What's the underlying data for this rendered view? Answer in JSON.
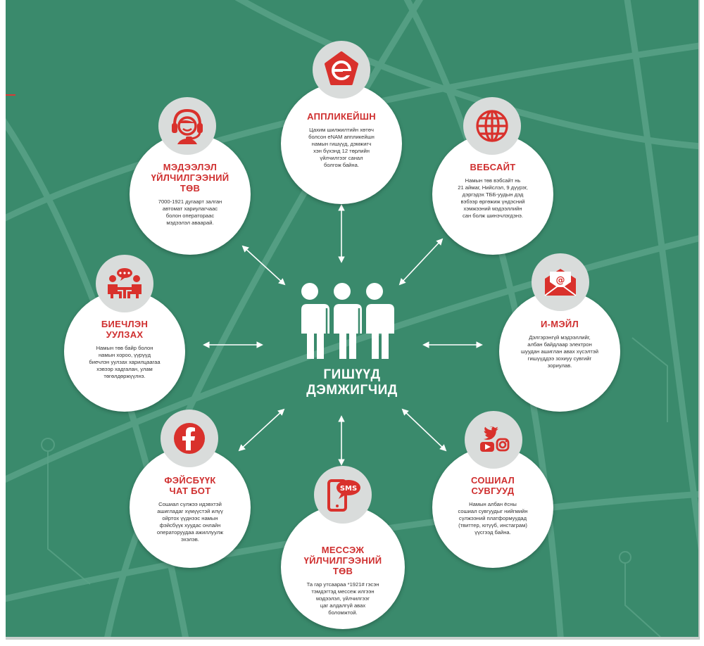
{
  "center": {
    "title": "ГИШҮҮД\nДЭМЖИГЧИД",
    "icon": "people-group-icon"
  },
  "colors": {
    "background": "#3a8a6c",
    "accent": "#cf2f2f",
    "icon_circle": "#d9dcdb",
    "card": "#ffffff"
  },
  "nodes": {
    "app": {
      "title": "АППЛИКЕЙШН",
      "desc": "Цахим шилжилтийн хөтөч\nболсон eNAM аппликейшн\nнамын гишүүд, дэмжигч\nхэн бүхэнд 12 төрлийн\nүйлчилгээг санал\nболгож байна.",
      "icon": "e-logo-icon"
    },
    "web": {
      "title": "ВЕБСАЙТ",
      "desc": "Намын төв вэбсайт нь\n21 аймаг, Нийслэл, 9 дүүрэг,\nдэргэдэх ТББ-уудын дэд\nвэбээр өргөжиж үндэсний\nхэмжээний мэдээллийн\nсан болж шинэчлэгдэнэ.",
      "icon": "globe-icon"
    },
    "email": {
      "title": "И-МЭЙЛ",
      "desc": "Дэлгэрэнгүй мэдээллийг,\nалбан байдлаар электрон\nшуудан ашиглан авах хүсэлтэй\nгишүүддээ зохиуу сувгийг\nзориулав.",
      "icon": "email-icon"
    },
    "social": {
      "title": "СОШИАЛ\nСУВГУУД",
      "desc": "Намын албан ёсны\nсошиал сувгуудыг нийгмийн\nсүлжээний платформуудад\n(твиттер, ютүүб, инстаграм)\nүүсгээд байна.",
      "icon": "social-media-icon"
    },
    "sms": {
      "title": "МЕССЭЖ\nҮЙЛЧИЛГЭЭНИЙ\nТӨВ",
      "desc": "Та гар утсаараа *1921# гэсэн\nтэмдэгтэд мессеж илгээн\nмэдээлэл, үйлчилгээг\nцаг алдалгүй авах\nболомжтой.",
      "icon": "sms-phone-icon",
      "badge": "SMS"
    },
    "facebook": {
      "title": "ФЭЙСБҮҮК\nЧАТ БОТ",
      "desc": "Сошиал сүлжээ идэвхтэй\nашигладаг хүмүүстэй илүү\nойртох үүднээс намын\nфэйсбүүк хуудас онлайн\nоператоруудаа ажиллуулж\nэхэлэв.",
      "icon": "facebook-icon"
    },
    "meeting": {
      "title": "БИЕЧЛЭН\nУУЛЗАХ",
      "desc": "Намын төв байр болон\nнамын хороо, үүрүүд\nбиечлэн уулзах харилцаагаа\nхэвээр хадгалан, улам\nтөгөлдөржүүлнэ.",
      "icon": "meeting-icon"
    },
    "info": {
      "title": "МЭДЭЭЛЭЛ\nҮЙЛЧИЛГЭЭНИЙ\nТӨВ",
      "desc": "7000-1921 дугаарт залган\nавтомат хариулагчаас\nболон оператораас\nмэдээлэл аваарай.",
      "icon": "headset-operator-icon"
    }
  }
}
